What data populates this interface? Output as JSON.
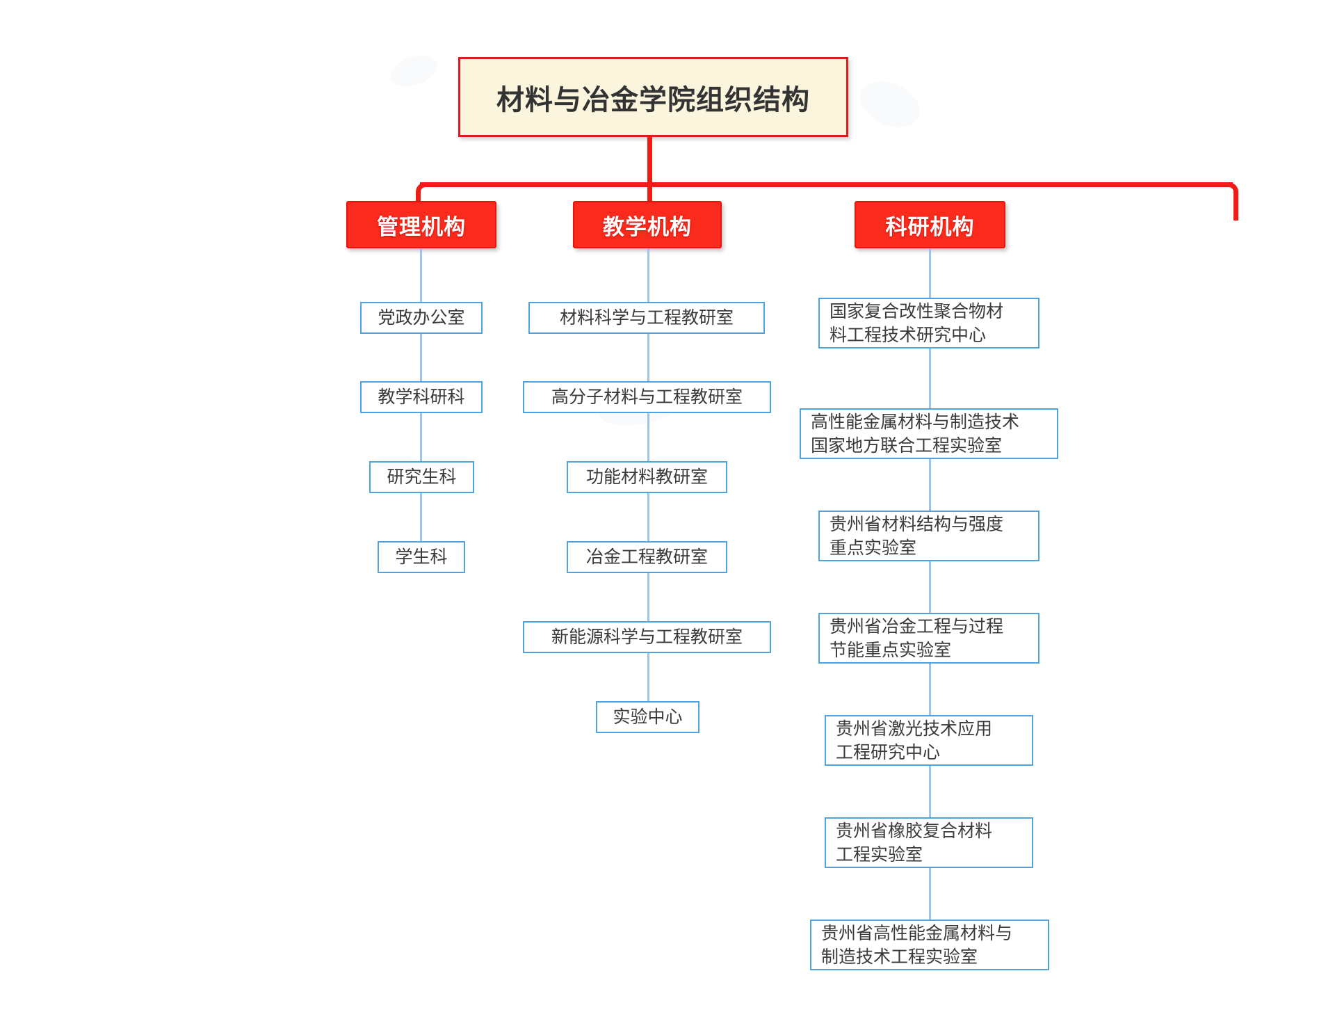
{
  "diagram": {
    "root": {
      "label": "材料与冶金学院组织结构"
    },
    "branches": [
      {
        "label": "管理机构",
        "children": [
          {
            "label": "党政办公室"
          },
          {
            "label": "教学科研科"
          },
          {
            "label": "研究生科"
          },
          {
            "label": "学生科"
          }
        ]
      },
      {
        "label": "教学机构",
        "children": [
          {
            "label": "材料科学与工程教研室"
          },
          {
            "label": "高分子材料与工程教研室"
          },
          {
            "label": "功能材料教研室"
          },
          {
            "label": "冶金工程教研室"
          },
          {
            "label": "新能源科学与工程教研室"
          },
          {
            "label": "实验中心"
          }
        ]
      },
      {
        "label": "科研机构",
        "children": [
          {
            "label": "国家复合改性聚合物材\n料工程技术研究中心"
          },
          {
            "label": "高性能金属材料与制造技术\n国家地方联合工程实验室"
          },
          {
            "label": "贵州省材料结构与强度\n重点实验室"
          },
          {
            "label": "贵州省冶金工程与过程\n节能重点实验室"
          },
          {
            "label": "贵州省激光技术应用\n工程研究中心"
          },
          {
            "label": "贵州省橡胶复合材料\n工程实验室"
          },
          {
            "label": "贵州省高性能金属材料与\n制造技术工程实验室"
          }
        ]
      }
    ],
    "colors": {
      "root_fill": "#fbf5dd",
      "root_border": "#e01b1b",
      "branch_fill": "#fa2a1c",
      "branch_border": "#ea1508",
      "leaf_border": "#4ea3e0",
      "leaf_fill": "#ffffff",
      "red_connector": "#ee1c15",
      "blue_connector": "#9dc6e6",
      "text_dark": "#3a3a3a",
      "text_white": "#ffffff",
      "page_background": "#ffffff"
    }
  }
}
